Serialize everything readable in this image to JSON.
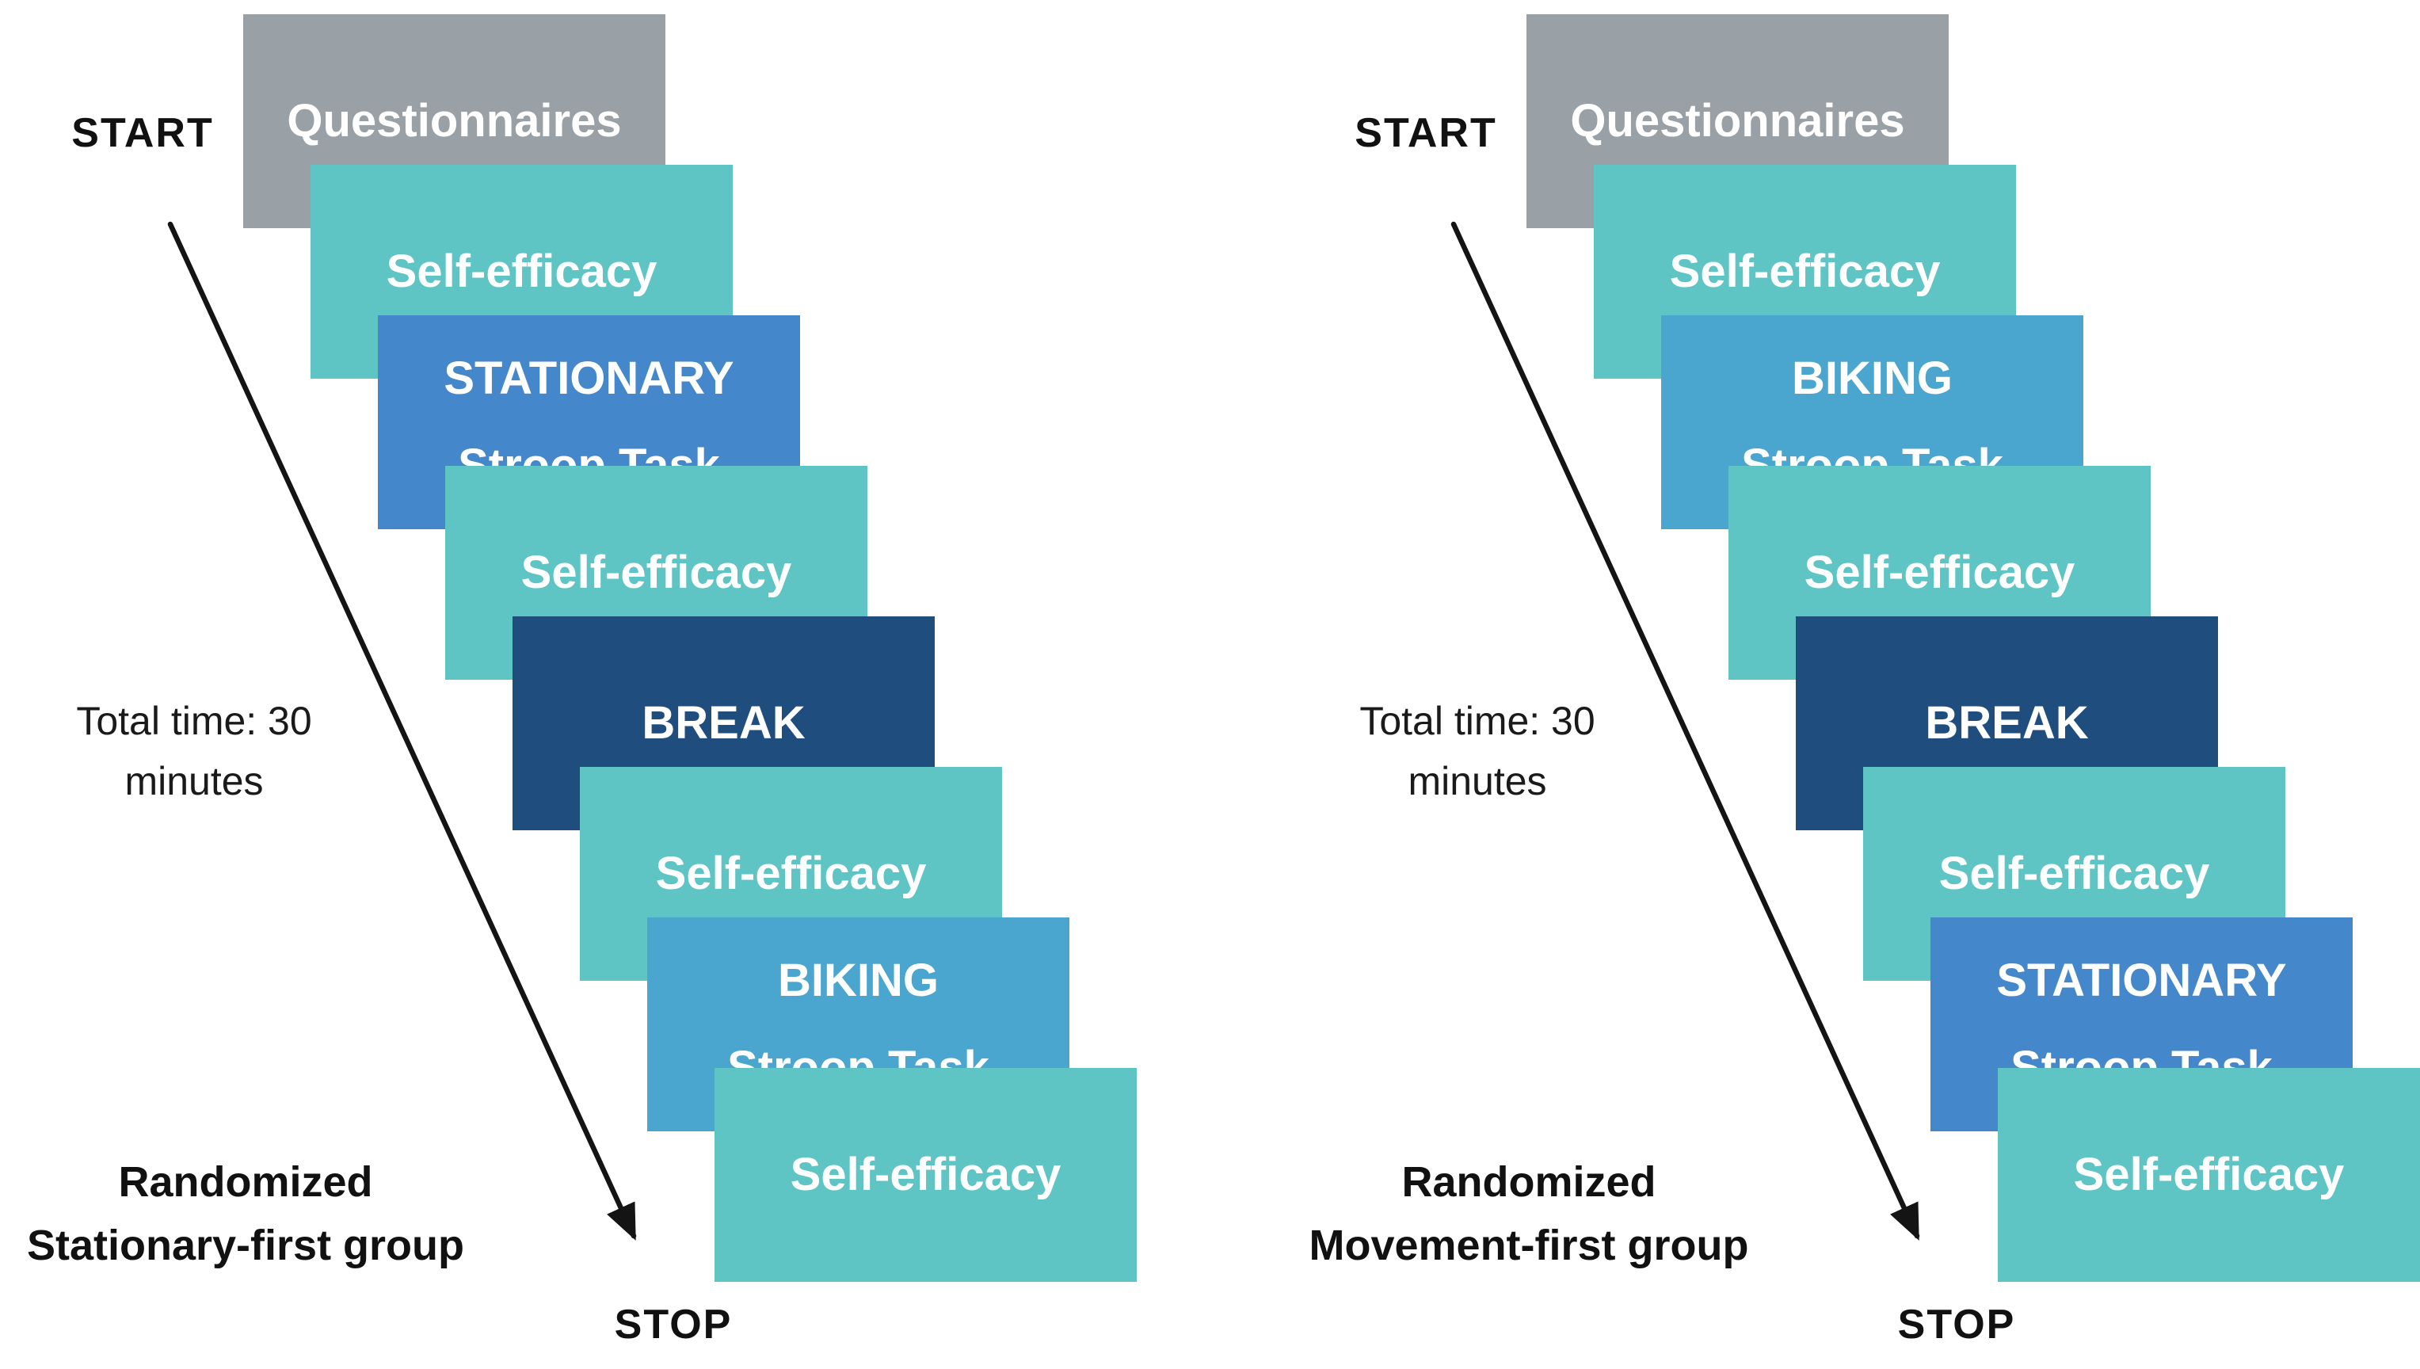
{
  "figure": {
    "background": "#ffffff",
    "colors": {
      "questionnaires_box": "#99A1A6",
      "self_efficacy_box": "#5FC4C4",
      "stationary_box": "#4487CA",
      "break_box": "#1F4E7E",
      "biking_box": "#4BA6CF",
      "box_text": "#FFFFFF",
      "label_text": "#111111",
      "arrow": "#141414"
    },
    "diagrams": [
      {
        "start_label": "START",
        "stop_label": "STOP",
        "total_time": [
          "Total time: 30",
          "minutes"
        ],
        "group_label": [
          "Randomized",
          "Stationary-first group"
        ],
        "boxes": [
          {
            "type": "questionnaires",
            "lines": [
              "Questionnaires"
            ]
          },
          {
            "type": "self-efficacy",
            "lines": [
              "Self-efficacy"
            ]
          },
          {
            "type": "stationary",
            "lines": [
              "STATIONARY",
              "Stroop Task"
            ]
          },
          {
            "type": "self-efficacy",
            "lines": [
              "Self-efficacy"
            ]
          },
          {
            "type": "break",
            "lines": [
              "BREAK"
            ]
          },
          {
            "type": "self-efficacy",
            "lines": [
              "Self-efficacy"
            ]
          },
          {
            "type": "biking",
            "lines": [
              "BIKING",
              "Stroop Task"
            ]
          },
          {
            "type": "self-efficacy",
            "lines": [
              "Self-efficacy"
            ]
          }
        ]
      },
      {
        "start_label": "START",
        "stop_label": "STOP",
        "total_time": [
          "Total time: 30",
          "minutes"
        ],
        "group_label": [
          "Randomized",
          "Movement-first group"
        ],
        "boxes": [
          {
            "type": "questionnaires",
            "lines": [
              "Questionnaires"
            ]
          },
          {
            "type": "self-efficacy",
            "lines": [
              "Self-efficacy"
            ]
          },
          {
            "type": "biking",
            "lines": [
              "BIKING",
              "Stroop Task"
            ]
          },
          {
            "type": "self-efficacy",
            "lines": [
              "Self-efficacy"
            ]
          },
          {
            "type": "break",
            "lines": [
              "BREAK"
            ]
          },
          {
            "type": "self-efficacy",
            "lines": [
              "Self-efficacy"
            ]
          },
          {
            "type": "stationary",
            "lines": [
              "STATIONARY",
              "Stroop Task"
            ]
          },
          {
            "type": "self-efficacy",
            "lines": [
              "Self-efficacy"
            ]
          }
        ]
      }
    ]
  }
}
